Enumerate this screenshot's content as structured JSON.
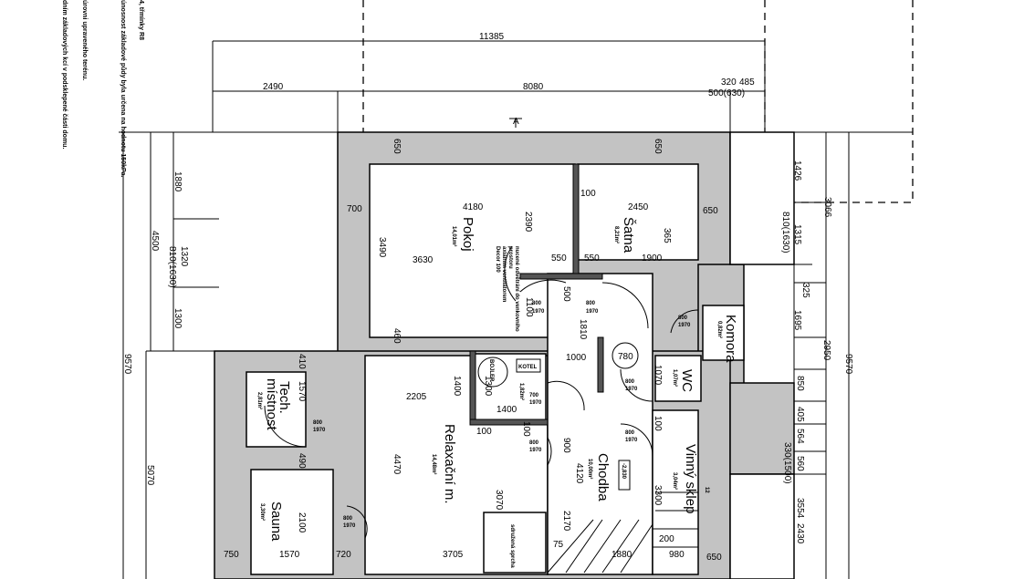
{
  "notes": [
    "4, třmínky R8",
    "únosnost základové půdy byla určena na hodnotu 150kPa.",
    "úrovni upraveného terénu.",
    "dním základových kcí v podsklepené části domu."
  ],
  "section_marker": "A",
  "rooms": {
    "pokoj": {
      "name": "Pokoj",
      "area": "14,01m²"
    },
    "satna": {
      "name": "Šatna",
      "area": "8,21m²"
    },
    "komora": {
      "name": "Komora",
      "area": "0,82m²"
    },
    "wc": {
      "name": "WC",
      "area": "1,07m²"
    },
    "tech": {
      "name": "Tech.",
      "name2": "místnost",
      "area": "2,81m²"
    },
    "sauna": {
      "name": "Sauna",
      "area": "3,30m²"
    },
    "relax": {
      "name": "Relaxační m.",
      "area": "14,48m²"
    },
    "chodba": {
      "name": "Chodba",
      "area": "10,00m²"
    },
    "sklep": {
      "name": "Vinný sklep",
      "area": "3,04m²"
    },
    "kotel": {
      "name": "KOTEL",
      "area": "1,82m²"
    }
  },
  "equipment": {
    "boiler": "BOJLER",
    "level": "-2,830",
    "shower": "sdružená sprcha",
    "diameter": "780"
  },
  "ventilation_note": [
    "nucené odvětrání do venkovního",
    "prostoru",
    "axiálním ventilátorem",
    "Decor 100"
  ],
  "door_label": {
    "width": "800",
    "height": "1970",
    "width_small": "700"
  },
  "dims_top": [
    "11385",
    "2490",
    "8080",
    "320",
    "485",
    "500(630)"
  ],
  "dims_left": [
    "1880",
    "4500",
    "1320",
    "810(1630)",
    "1300",
    "9570",
    "5070"
  ],
  "dims_upper": [
    "650",
    "650",
    "700",
    "4180",
    "2390",
    "100",
    "2450",
    "650",
    "3490",
    "3630",
    "550",
    "550",
    "1900",
    "365",
    "500",
    "1100",
    "1810"
  ],
  "dims_right": [
    "1426",
    "3066",
    "1315",
    "810(1630)",
    "325",
    "1695",
    "2950",
    "9570",
    "850",
    "405",
    "564",
    "560",
    "330(1500)",
    "3554",
    "2430"
  ],
  "dims_lower": [
    "410",
    "1570",
    "490",
    "2100",
    "460",
    "2205",
    "1400",
    "4470",
    "3070",
    "1300",
    "1400",
    "100",
    "100",
    "900",
    "2170",
    "4120",
    "1000",
    "1070",
    "100",
    "3300",
    "1880",
    "980",
    "650",
    "750",
    "1570",
    "720",
    "3705",
    "75",
    "12",
    "200"
  ]
}
